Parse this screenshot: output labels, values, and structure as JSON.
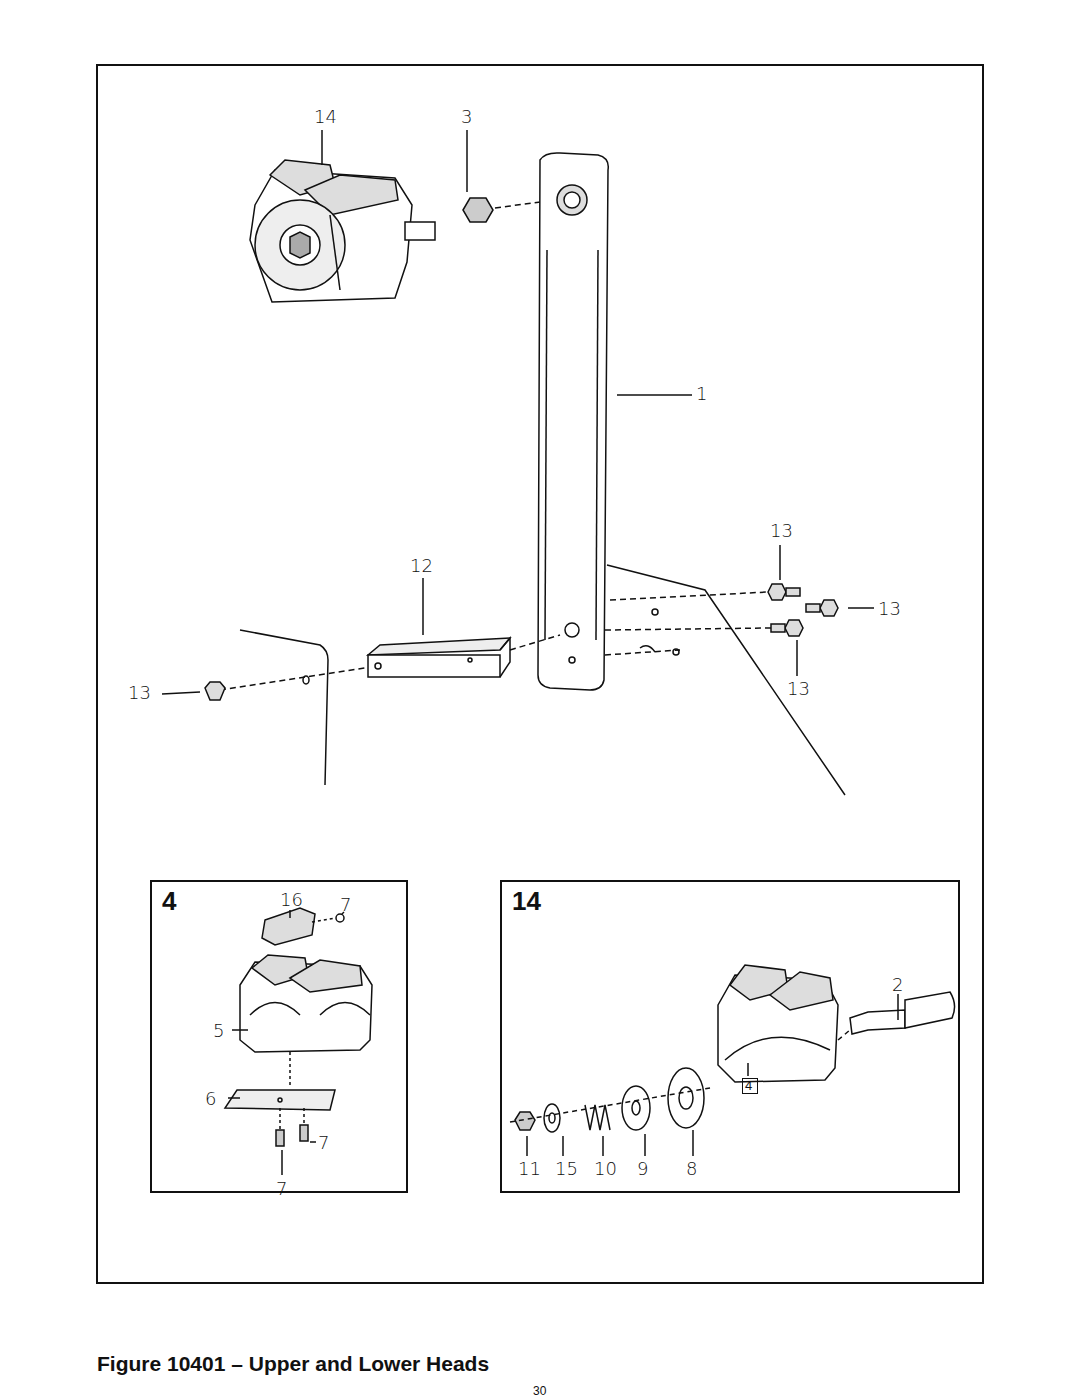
{
  "diagram": {
    "caption": "Figure 10401 – Upper and Lower Heads",
    "nodes": [
      {
        "text": [
          "4"
        ]
      },
      {
        "text": [
          "14"
        ]
      },
      {
        "text": [
          "4"
        ],
        "in": 1
      }
    ],
    "labels": [
      "14",
      "3",
      "1",
      "13",
      "12",
      "13",
      "13",
      "13",
      "16",
      "7",
      "5",
      "6",
      "7",
      "7",
      "2",
      "11",
      "15",
      "10",
      "9",
      "8",
      "30"
    ]
  }
}
